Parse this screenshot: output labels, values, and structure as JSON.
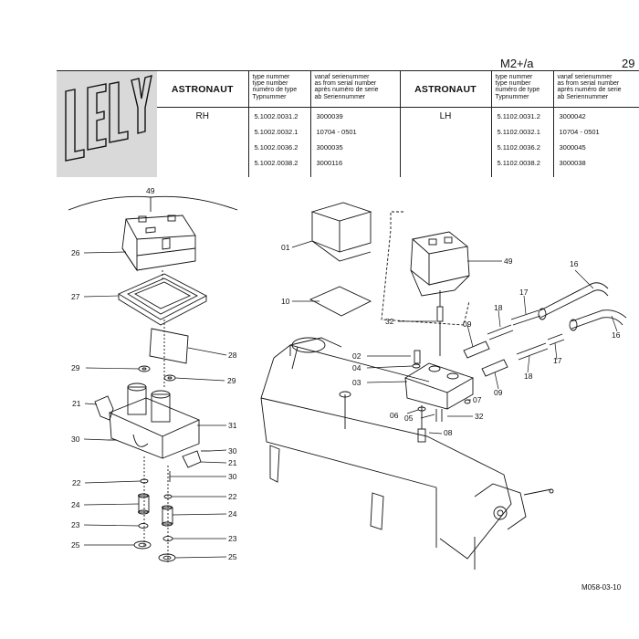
{
  "header": {
    "page_ref": "M2+/a",
    "page_number": "29",
    "logo_text": "LELY",
    "columns": {
      "type_number": [
        "type nummer",
        "type number",
        "numéro de type",
        "Typnummer"
      ],
      "serial_number": [
        "vanaf serienummer",
        "as from serial number",
        "après numéro de serie",
        "ab Seriennummer"
      ]
    },
    "left": {
      "model": "ASTRONAUT",
      "side": "RH",
      "types": [
        "5.1002.0031.2",
        "5.1002.0032.1",
        "5.1002.0036.2",
        "5.1002.0038.2"
      ],
      "serials": [
        "3000039",
        "10704 - 0501",
        "3000035",
        "3000116"
      ]
    },
    "right": {
      "model": "ASTRONAUT",
      "side": "LH",
      "types": [
        "5.1102.0031.2",
        "5.1102.0032.1",
        "5.1102.0036.2",
        "5.1102.0038.2"
      ],
      "serials": [
        "3000042",
        "10704 - 0501",
        "3000045",
        "3000038"
      ]
    }
  },
  "callouts": {
    "c49a": "49",
    "c26": "26",
    "c27": "27",
    "c28": "28",
    "c29a": "29",
    "c29b": "29",
    "c21a": "21",
    "c21b": "21",
    "c31": "31",
    "c30a": "30",
    "c30b": "30",
    "c30c": "30",
    "c22a": "22",
    "c22b": "22",
    "c24a": "24",
    "c24b": "24",
    "c23a": "23",
    "c23b": "23",
    "c25a": "25",
    "c25b": "25",
    "c01": "01",
    "c10": "10",
    "c49b": "49",
    "c32a": "32",
    "c16a": "16",
    "c16b": "16",
    "c17a": "17",
    "c17b": "17",
    "c18a": "18",
    "c18b": "18",
    "c09a": "09",
    "c09b": "09",
    "c02": "02",
    "c04": "04",
    "c03": "03",
    "c07": "07",
    "c06": "06",
    "c05": "05",
    "c32b": "32",
    "c08": "08"
  },
  "footer": {
    "drawing_code": "M058-03-10"
  }
}
